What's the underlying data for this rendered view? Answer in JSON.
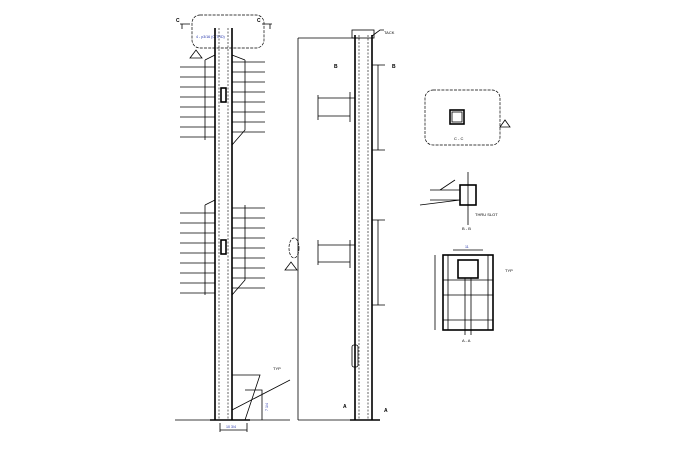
{
  "drawing": {
    "section_labels": {
      "c": "C",
      "b": "B",
      "a": "A"
    },
    "notes": {
      "tack": "TACK",
      "thru_slot": "THRU SLOT",
      "typ": "TYP",
      "strap": "4 - p3/16 (C-TRD)"
    },
    "section_titles": {
      "cc": "C - C",
      "bb": "B - B",
      "aa": "A - A"
    },
    "dimensions": {
      "plate_width": "11",
      "base_width": "10 3/4",
      "height": "7 1/4"
    }
  }
}
